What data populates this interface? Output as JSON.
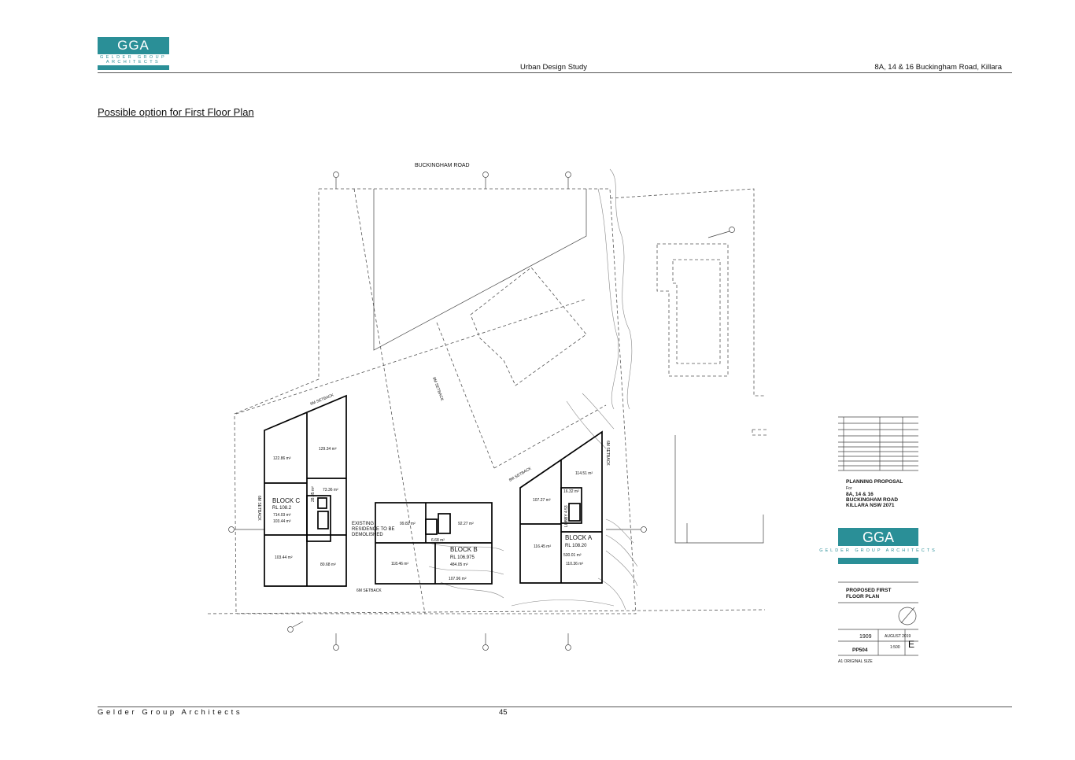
{
  "header": {
    "logo_text": "GGA",
    "logo_sub": "GELDER GROUP ARCHITECTS",
    "center": "Urban Design Study",
    "right": "8A, 14 & 16 Buckingham Road, Killara"
  },
  "page_title": "Possible option for First Floor Plan",
  "plan": {
    "road": "BUCKINGHAM ROAD",
    "setback_6m": "6M SETBACK",
    "setback_8m": "8M SETBACK",
    "existing": "EXISTING\nRESIDENCE TO BE\nDEMOLISHED",
    "lobby": "LOBBY 4.53",
    "block_c": {
      "name": "BLOCK C",
      "rl": "RL 108.2",
      "gfa": "714.03 m²",
      "areas": [
        "122.86 m²",
        "129.34 m²",
        "73.36 m²",
        "28.35 m²",
        "103.44 m²",
        "103.44 m²",
        "80.68 m²"
      ]
    },
    "block_b": {
      "name": "BLOCK B",
      "rl": "RL 106.975",
      "gfa": "484.05 m²",
      "areas": [
        "99.82 m²",
        "92.27 m²",
        "6.68 m²",
        "118.46 m²",
        "107.96 m²"
      ]
    },
    "block_a": {
      "name": "BLOCK A",
      "rl": "RL 108.20",
      "gfa": "530.01 m²",
      "areas": [
        "114.51 m²",
        "107.27 m²",
        "16.32 m²",
        "116.45 m²",
        "110.36 m²"
      ]
    }
  },
  "titleblock": {
    "project": "PLANNING PROPOSAL",
    "for": "For",
    "address": "8A, 14 & 16\nBUCKINGHAM ROAD\nKILLARA NSW 2071",
    "drawing": "PROPOSED FIRST\nFLOOR PLAN",
    "job_no": "1909",
    "drawing_no": "PP504",
    "revision": "E",
    "date": "AUGUST 2019",
    "scale": "1:500",
    "sheet": "A1 ORIGINAL SIZE"
  },
  "footer": {
    "left": "Gelder Group Architects",
    "page": "45"
  }
}
